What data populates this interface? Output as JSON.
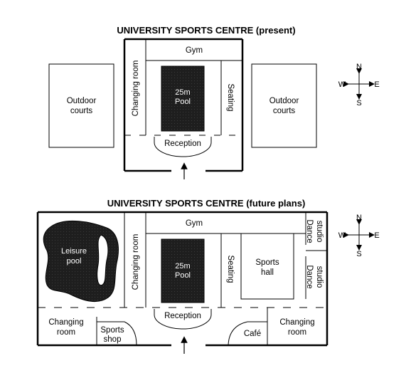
{
  "present": {
    "title": "UNIVERSITY SPORTS CENTRE (present)",
    "gym": "Gym",
    "changing_room": "Changing room",
    "pool_line1": "25m",
    "pool_line2": "Pool",
    "seating": "Seating",
    "reception": "Reception",
    "outdoor_left_line1": "Outdoor",
    "outdoor_left_line2": "courts",
    "outdoor_right_line1": "Outdoor",
    "outdoor_right_line2": "courts"
  },
  "future": {
    "title": "UNIVERSITY SPORTS CENTRE (future plans)",
    "gym": "Gym",
    "changing_room": "Changing room",
    "pool_line1": "25m",
    "pool_line2": "Pool",
    "seating": "Seating",
    "reception": "Reception",
    "leisure_pool_line1": "Leisure",
    "leisure_pool_line2": "pool",
    "sports_hall_line1": "Sports",
    "sports_hall_line2": "hall",
    "dance_studio_top_line1": "Dance",
    "dance_studio_top_line2": "studio",
    "dance_studio_bottom_line1": "Dance",
    "dance_studio_bottom_line2": "studio",
    "changing_room_left_line1": "Changing",
    "changing_room_left_line2": "room",
    "sports_shop_line1": "Sports",
    "sports_shop_line2": "shop",
    "cafe": "Café",
    "changing_room_right_line1": "Changing",
    "changing_room_right_line2": "room"
  },
  "compass": {
    "north": "N",
    "south": "S",
    "east": "E",
    "west": "W"
  },
  "colors": {
    "ink": "#000000",
    "pool_fill": "#1e1e1e",
    "paper": "#ffffff"
  }
}
